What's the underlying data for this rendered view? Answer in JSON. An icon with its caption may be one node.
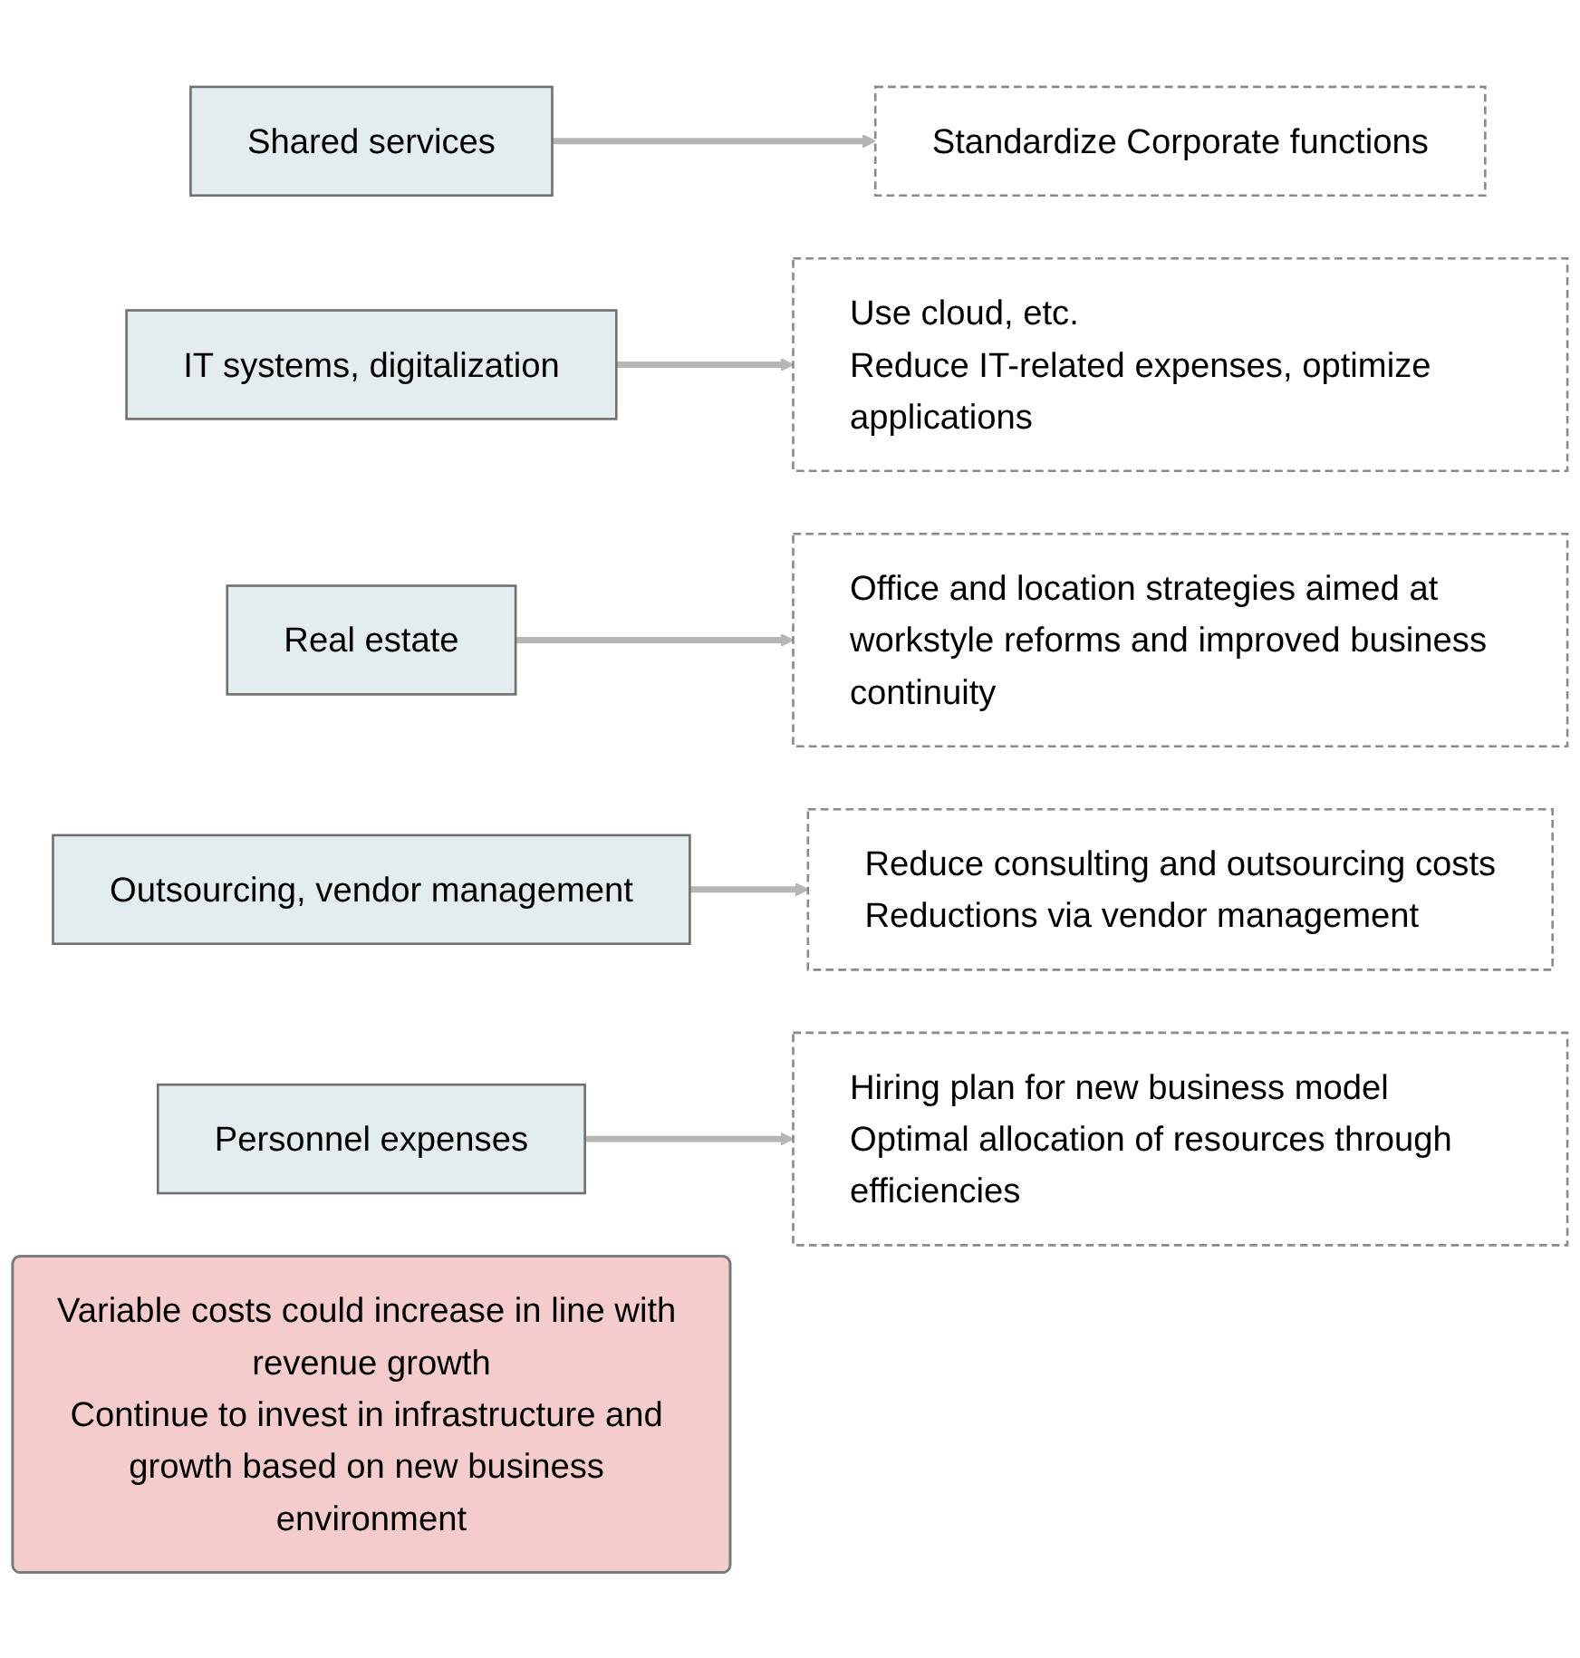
{
  "diagram": {
    "nodes": [
      {
        "text": [
          "Shared services"
        ]
      },
      {
        "text": [
          "Standardize Corporate functions"
        ]
      },
      {
        "text": [
          "IT systems, digitalization"
        ]
      },
      {
        "text": [
          "Use cloud, etc.",
          "Reduce IT-related expenses, optimize applications"
        ]
      },
      {
        "text": [
          "Real estate"
        ]
      },
      {
        "text": [
          "Office and location strategies aimed at workstyle reforms and improved business continuity"
        ]
      },
      {
        "text": [
          "Outsourcing, vendor management"
        ]
      },
      {
        "text": [
          "Reduce consulting and outsourcing costs",
          "Reductions via vendor management"
        ]
      },
      {
        "text": [
          "Personnel expenses"
        ]
      },
      {
        "text": [
          "Hiring plan for new business model",
          "Optimal allocation of resources through efficiencies"
        ]
      },
      {
        "text": [
          "Variable costs could increase in line with revenue growth",
          "Continue to invest in infrastructure and growth based on new business environment"
        ]
      }
    ],
    "edges": [
      {
        "from": 0,
        "to": 1,
        "arrow": "to"
      },
      {
        "from": 2,
        "to": 3,
        "arrow": "to"
      },
      {
        "from": 4,
        "to": 5,
        "arrow": "to"
      },
      {
        "from": 6,
        "to": 7,
        "arrow": "to"
      },
      {
        "from": 8,
        "to": 9,
        "arrow": "to"
      }
    ]
  }
}
